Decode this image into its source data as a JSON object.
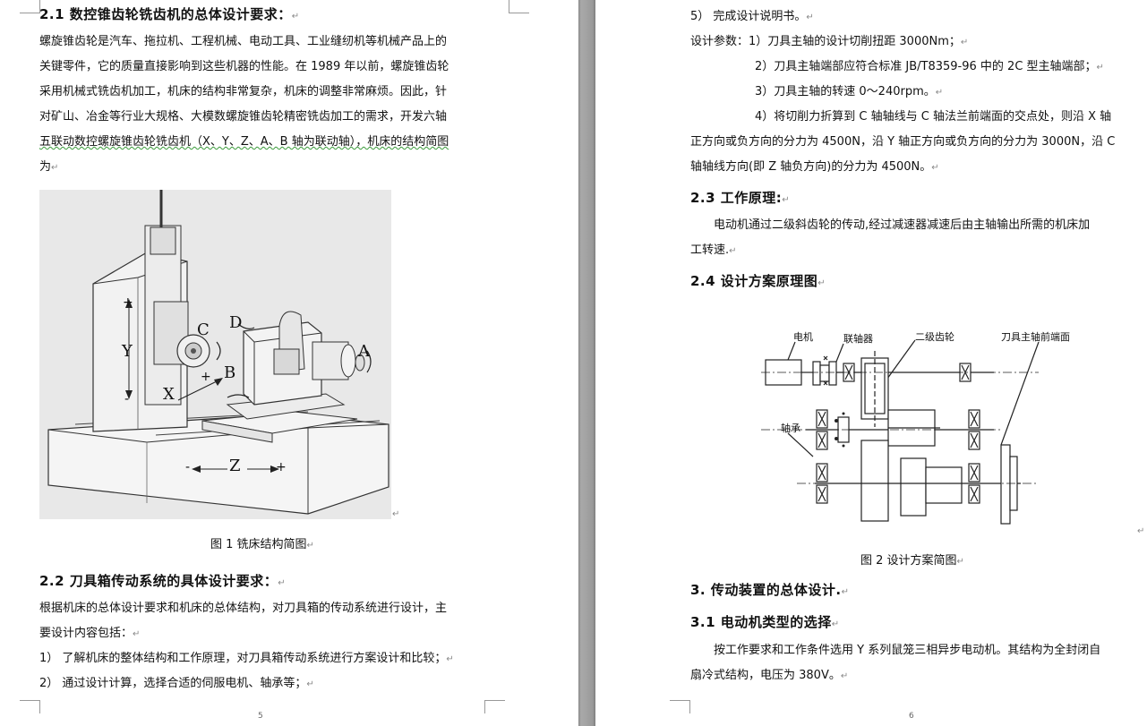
{
  "left_page": {
    "sec21_heading": "2.1  数控锥齿轮铣齿机的总体设计要求：",
    "sec21_lines": [
      "螺旋锥齿轮是汽车、拖拉机、工程机械、电动工具、工业缝纫机等机械产品上的",
      "关键零件，它的质量直接影响到这些机器的性能。在 1989 年以前，螺旋锥齿轮",
      "采用机械式铣齿机加工，机床的结构非常复杂，机床的调整非常麻烦。因此，针",
      "对矿山、冶金等行业大规格、大模数螺旋锥齿轮精密铣齿加工的需求，开发六轴",
      "五联动数控螺旋锥齿轮铣齿机（X、Y、Z、A、B 轴为联动轴），机床的结构简图",
      "为"
    ],
    "figure1": {
      "axis_labels": [
        "Y",
        "X",
        "Z",
        "A",
        "B",
        "C",
        "D"
      ],
      "plus_sign": "+",
      "minus_sign": "-",
      "caption": "图 1 铣床结构简图"
    },
    "sec22_heading": "2.2  刀具箱传动系统的具体设计要求：",
    "sec22_lines": [
      "根据机床的总体设计要求和机床的总体结构，对刀具箱的传动系统进行设计，主",
      "要设计内容包括：",
      "1）  了解机床的整体结构和工作原理，对刀具箱传动系统进行方案设计和比较；",
      "2）  通过设计计算，选择合适的伺服电机、轴承等；"
    ],
    "page_number": "5"
  },
  "right_page": {
    "item5": "5）  完成设计说明书。",
    "params_lines": [
      "设计参数：1）刀具主轴的设计切削扭距 3000Nm；",
      "2）刀具主轴端部应符合标准 JB/T8359-96 中的 2C 型主轴端部；",
      "3）刀具主轴的转速 0～240rpm。",
      "4）将切削力折算到 C 轴轴线与 C 轴法兰前端面的交点处，则沿 X 轴",
      "正方向或负方向的分力为 4500N，沿 Y 轴正方向或负方向的分力为 3000N，沿 C",
      "轴轴线方向(即 Z 轴负方向)的分力为 4500N。"
    ],
    "sec23_heading": "2.3  工作原理:",
    "sec23_lines": [
      "电动机通过二级斜齿轮的传动,经过减速器减速后由主轴输出所需的机床加",
      "工转速."
    ],
    "sec24_heading": "2.4  设计方案原理图",
    "figure2": {
      "labels": [
        "电机",
        "联轴器",
        "二级齿轮",
        "刀具主轴前端面",
        "轴承"
      ],
      "caption": "图 2 设计方案简图"
    },
    "sec3_heading": "3. 传动装置的总体设计.",
    "sec31_heading": "3.1  电动机类型的选择",
    "sec31_lines": [
      "按工作要求和工作条件选用 Y 系列鼠笼三相异步电动机。其结构为全封闭自",
      "扇冷式结构，电压为 380V。"
    ],
    "page_number": "6"
  },
  "colors": {
    "gutter": "#9a9a9a",
    "page": "#ffffff",
    "text": "#111111",
    "para_mark": "#888888"
  }
}
